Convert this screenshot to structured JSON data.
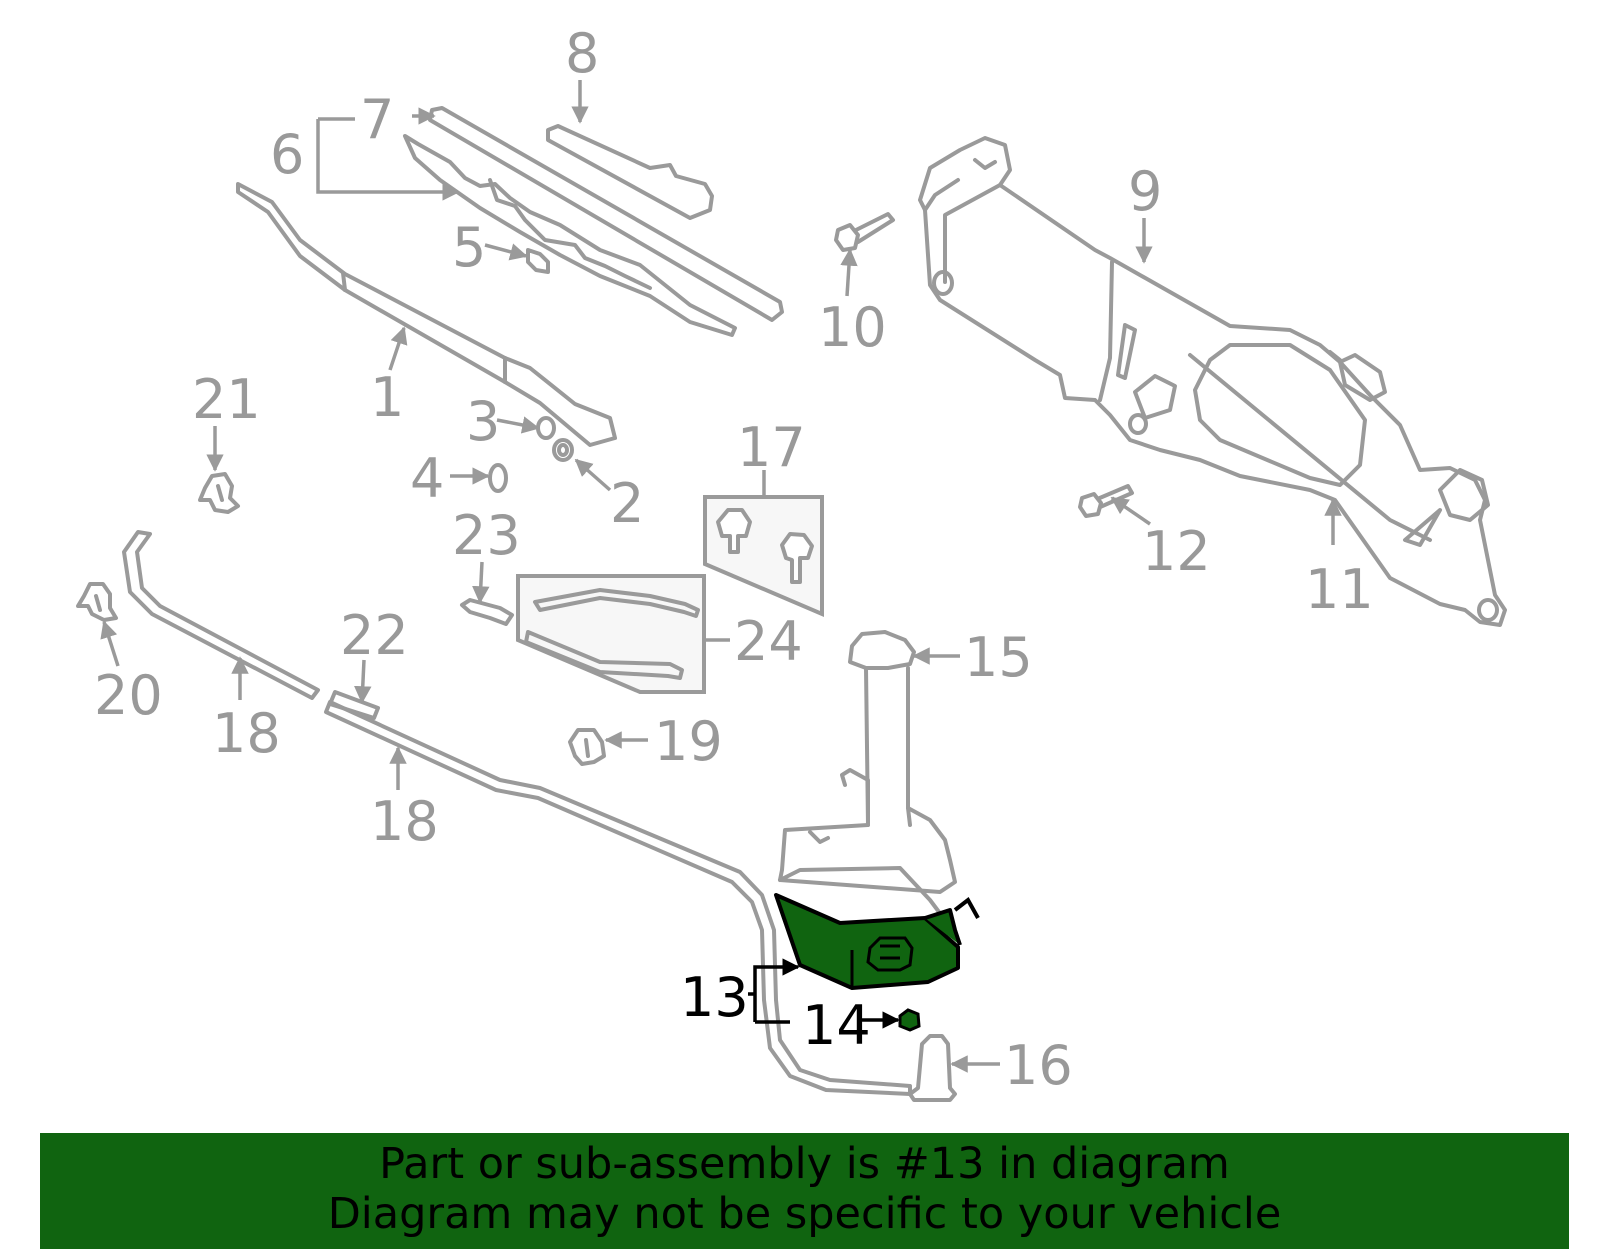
{
  "banner": {
    "line1": "Part or sub-assembly is #13 in diagram",
    "line2": "Diagram may not be specific to your vehicle"
  },
  "highlight_color": "#106410",
  "callouts": {
    "c1": "1",
    "c2": "2",
    "c3": "3",
    "c4": "4",
    "c5": "5",
    "c6": "6",
    "c7": "7",
    "c8": "8",
    "c9": "9",
    "c10": "10",
    "c11": "11",
    "c12": "12",
    "c13": "13",
    "c14": "14",
    "c15": "15",
    "c16": "16",
    "c17": "17",
    "c18a": "18",
    "c18b": "18",
    "c19": "19",
    "c20": "20",
    "c21": "21",
    "c22": "22",
    "c23": "23",
    "c24": "24"
  }
}
